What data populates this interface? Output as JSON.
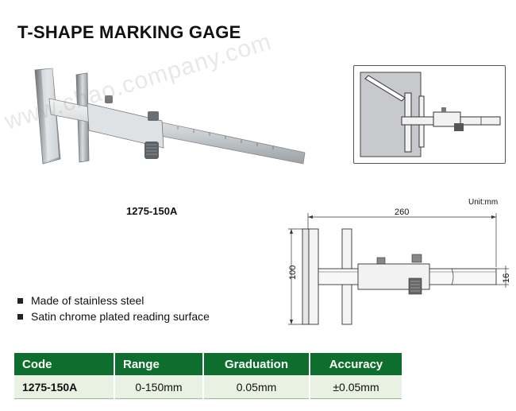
{
  "page": {
    "title": "T-SHAPE MARKING GAGE"
  },
  "watermark": "www.chao.company.com",
  "product": {
    "model": "1275-150A"
  },
  "drawing": {
    "unit_label": "Unit:mm",
    "length": "260",
    "height": "100",
    "thickness": "16"
  },
  "features": [
    "Made of stainless steel",
    "Satin chrome plated reading surface"
  ],
  "spec_table": {
    "headers": [
      "Code",
      "Range",
      "Graduation",
      "Accuracy"
    ],
    "rows": [
      [
        "1275-150A",
        "0-150mm",
        "0.05mm",
        "±0.05mm"
      ]
    ]
  },
  "colors": {
    "header_bg": "#0d6e2d",
    "row_bg": "#e9f1e3"
  }
}
